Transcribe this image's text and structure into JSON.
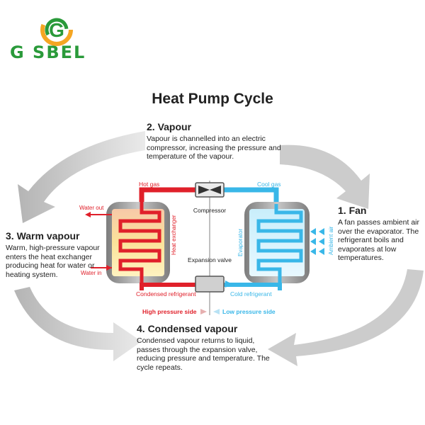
{
  "brand": {
    "name": "G SBEL",
    "logo_letter": "G"
  },
  "title": "Heat Pump Cycle",
  "stages": {
    "vapour": {
      "heading": "2. Vapour",
      "text": "Vapour is channelled into an electric compressor, increasing the pressure and temperature of the vapour."
    },
    "fan": {
      "heading": "1. Fan",
      "text": "A fan passes ambient air over the evaporator. The refrigerant boils and evaporates at low temperatures."
    },
    "warm_vapour": {
      "heading": "3. Warm vapour",
      "text": "Warm, high-pressure vapour enters the heat exchanger producing heat for water or heating system."
    },
    "condensed_vapour": {
      "heading": "4. Condensed vapour",
      "text": "Condensed vapour returns to liquid, passes through the expansion valve, reducing pressure and temperature. The cycle repeats."
    }
  },
  "labels": {
    "hot_gas": "Hot gas",
    "cool_gas": "Cool gas",
    "compressor": "Compressor",
    "water_out": "Water out",
    "water_in": "Water in",
    "heat_exchanger": "Heat exchanger",
    "expansion_valve": "Expansion valve",
    "evaporator": "Evaporator",
    "ambient_air": "Ambient air",
    "condensed_refrigerant": "Condensed refrigerant",
    "cold_refrigerant": "Cold refrigerant",
    "high_pressure_side": "High pressure side",
    "low_pressure_side": "Low pressure side"
  },
  "colors": {
    "brand_green": "#2a9a3a",
    "brand_orange": "#f5a623",
    "hot": "#e0202a",
    "cold": "#39b7e8",
    "tank": "#9a9a9a",
    "cycle_arrow": "#c9c9c9"
  }
}
